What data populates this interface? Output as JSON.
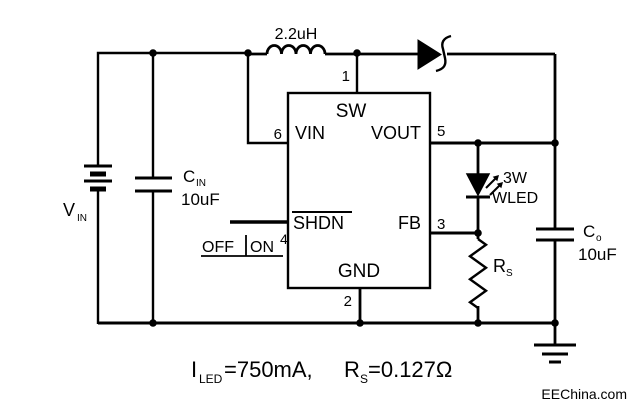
{
  "figure": {
    "background": "#ffffff",
    "ink": "#000000",
    "watermark_color": "#333333"
  },
  "ic": {
    "pin_sw": {
      "number": "1",
      "label": "SW"
    },
    "pin_gnd": {
      "number": "2",
      "label": "GND"
    },
    "pin_fb": {
      "number": "3",
      "label": "FB"
    },
    "pin_shdn": {
      "number": "4",
      "label": "SHDN"
    },
    "pin_vout": {
      "number": "5",
      "label": "VOUT"
    },
    "pin_vin": {
      "number": "6",
      "label": "VIN"
    }
  },
  "components": {
    "vin_source": {
      "label_main": "V",
      "label_sub": "IN"
    },
    "cin": {
      "label_main": "C",
      "label_sub": "IN",
      "value": "10uF"
    },
    "inductor": {
      "value": "2.2uH"
    },
    "wled": {
      "power": "3W",
      "name": "WLED"
    },
    "rs": {
      "label_main": "R",
      "label_sub": "S"
    },
    "co": {
      "label_main": "C",
      "label_sub": "o",
      "value": "10uF"
    },
    "shdn_control": {
      "off": "OFF",
      "on": "ON"
    }
  },
  "caption": {
    "i_main": "I",
    "i_sub": "LED",
    "seg1": "=750mA,",
    "r_main": "R",
    "r_sub": "S",
    "seg2": "=0.127Ω"
  },
  "watermark": "EEChina.com"
}
